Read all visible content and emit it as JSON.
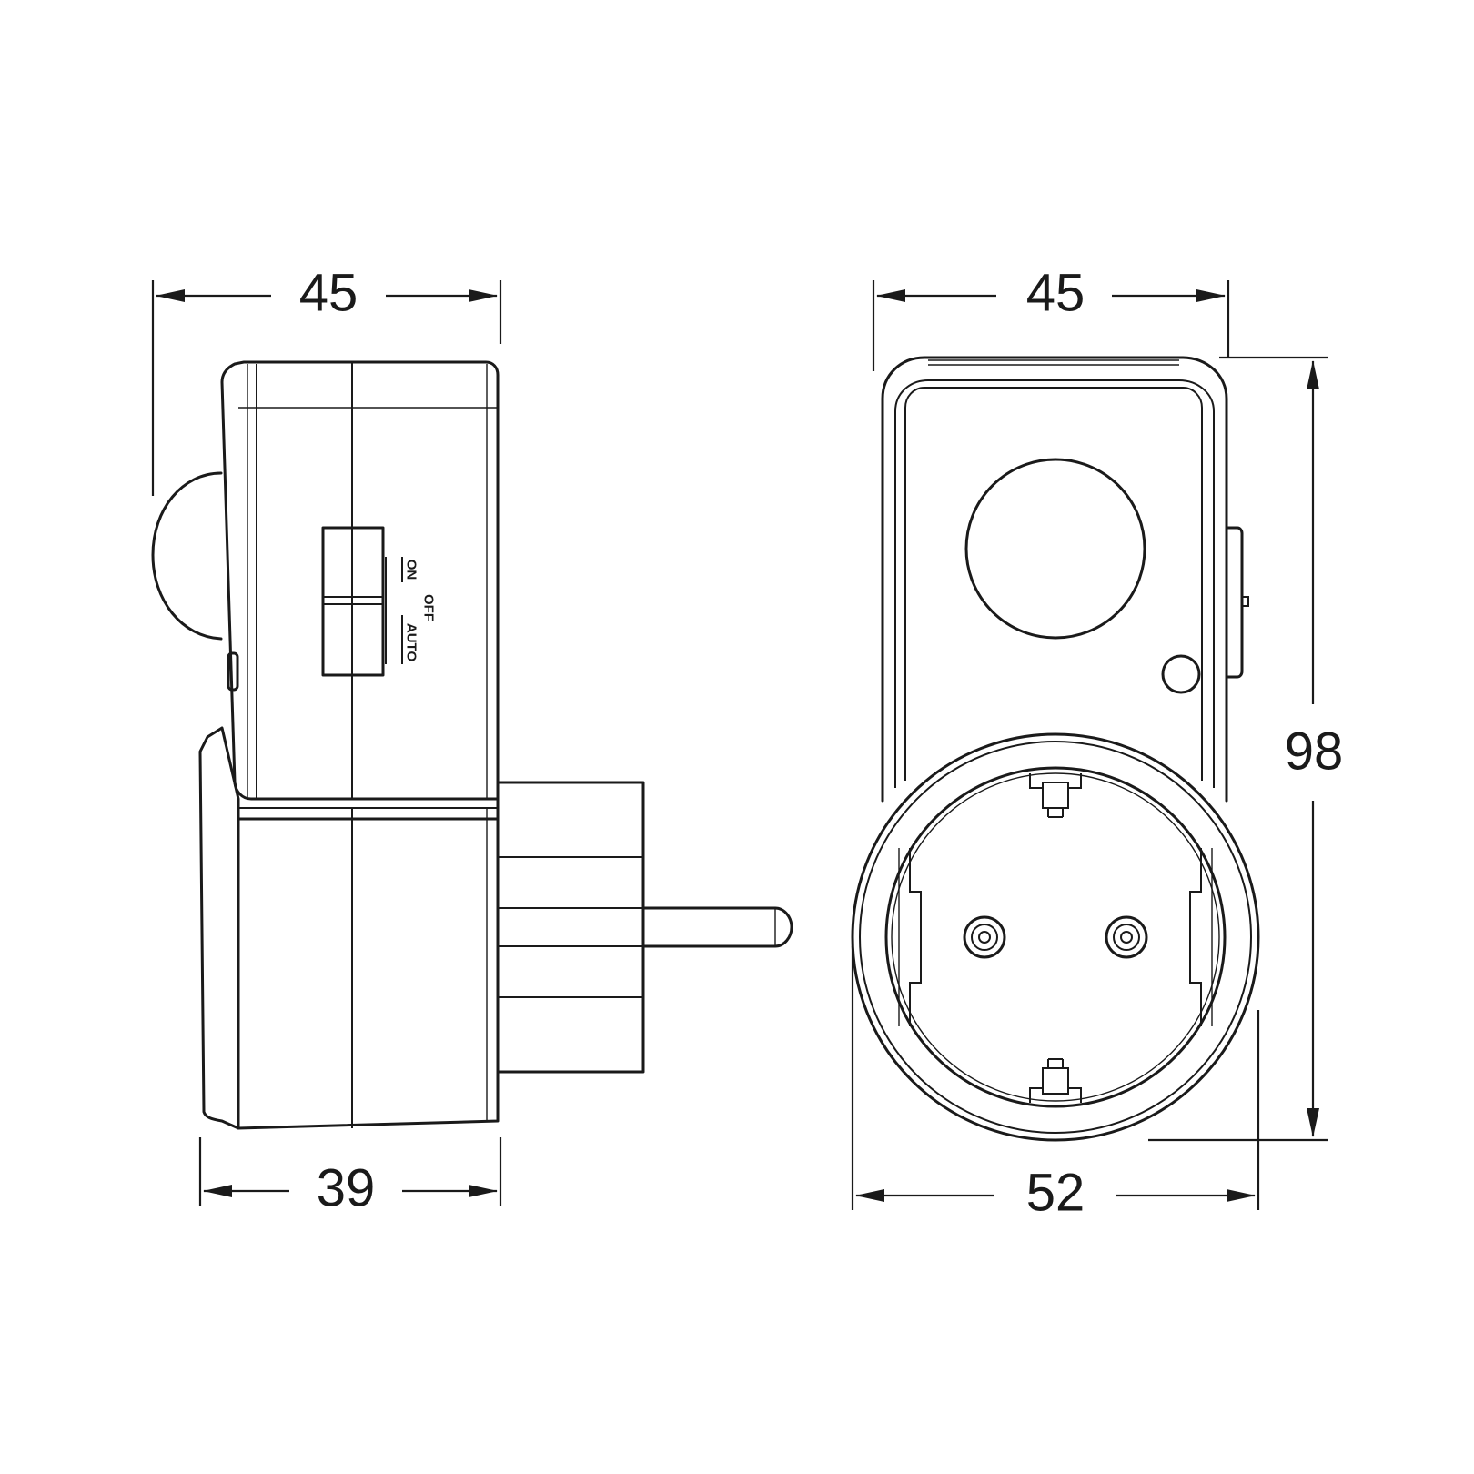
{
  "dimensions": {
    "side_view": {
      "top_width": "45",
      "bottom_depth": "39"
    },
    "front_view": {
      "top_width": "45",
      "bottom_width": "52",
      "height": "98"
    }
  },
  "switch_labels": {
    "on": "ON",
    "off": "OFF",
    "auto": "AUTO"
  },
  "colors": {
    "line": "#1a1a1a",
    "background": "#ffffff"
  }
}
